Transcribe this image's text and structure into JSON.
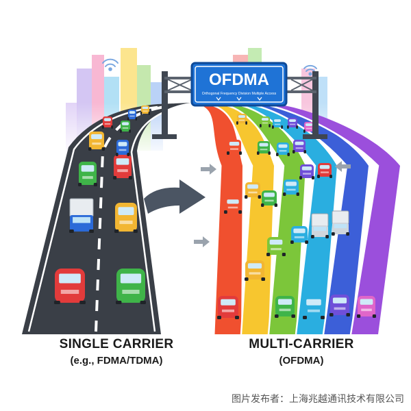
{
  "sign": {
    "title": "OFDMA",
    "subtitle": "Orthogonal Frequency Division Multiple Access"
  },
  "left_caption": {
    "title": "SINGLE CARRIER",
    "subtitle": "(e.g., FDMA/TDMA)"
  },
  "right_caption": {
    "title": "MULTI-CARRIER",
    "subtitle": "(OFDMA)"
  },
  "credit": "图片发布者：上海兆越通讯技术有限公司",
  "colors": {
    "road": "#3a3f47",
    "sign_blue": "#1f73d6",
    "lanes": [
      "#f0502f",
      "#f7c62f",
      "#7cc63a",
      "#2aaee0",
      "#3c5fd8",
      "#9b4fdc"
    ]
  }
}
